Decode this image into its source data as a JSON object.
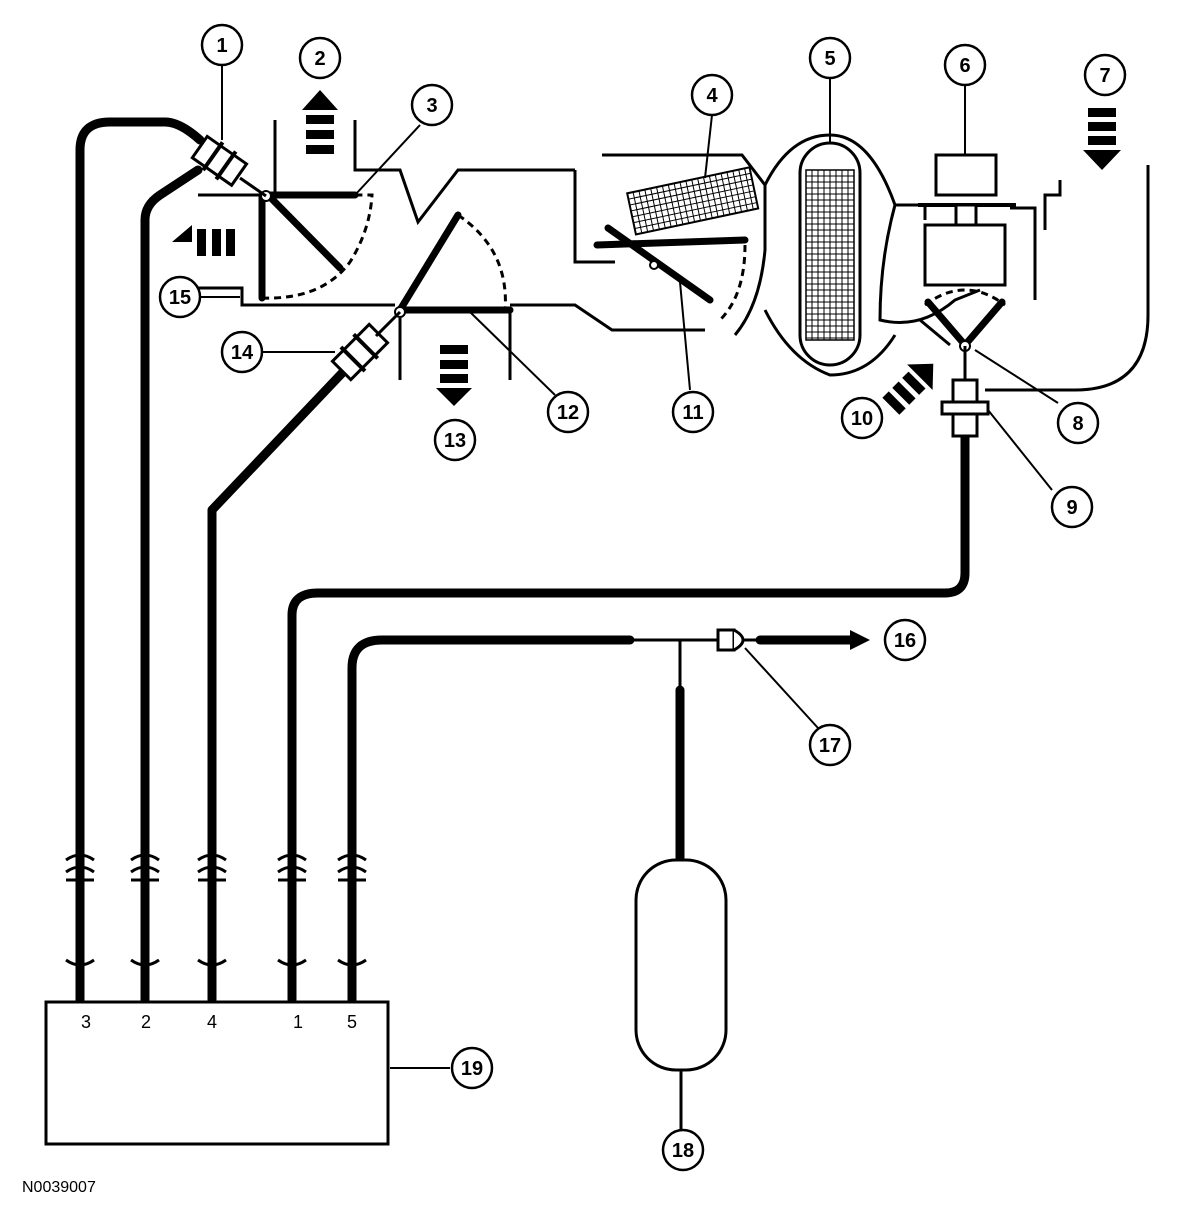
{
  "callouts": [
    {
      "id": "1",
      "label": "1"
    },
    {
      "id": "2",
      "label": "2"
    },
    {
      "id": "3",
      "label": "3"
    },
    {
      "id": "4",
      "label": "4"
    },
    {
      "id": "5",
      "label": "5"
    },
    {
      "id": "6",
      "label": "6"
    },
    {
      "id": "7",
      "label": "7"
    },
    {
      "id": "8",
      "label": "8"
    },
    {
      "id": "9",
      "label": "9"
    },
    {
      "id": "10",
      "label": "10"
    },
    {
      "id": "11",
      "label": "11"
    },
    {
      "id": "12",
      "label": "12"
    },
    {
      "id": "13",
      "label": "13"
    },
    {
      "id": "14",
      "label": "14"
    },
    {
      "id": "15",
      "label": "15"
    },
    {
      "id": "16",
      "label": "16"
    },
    {
      "id": "17",
      "label": "17"
    },
    {
      "id": "18",
      "label": "18"
    },
    {
      "id": "19",
      "label": "19"
    }
  ],
  "ports": [
    "3",
    "2",
    "4",
    "1",
    "5"
  ],
  "drawing_code": "N0039007"
}
